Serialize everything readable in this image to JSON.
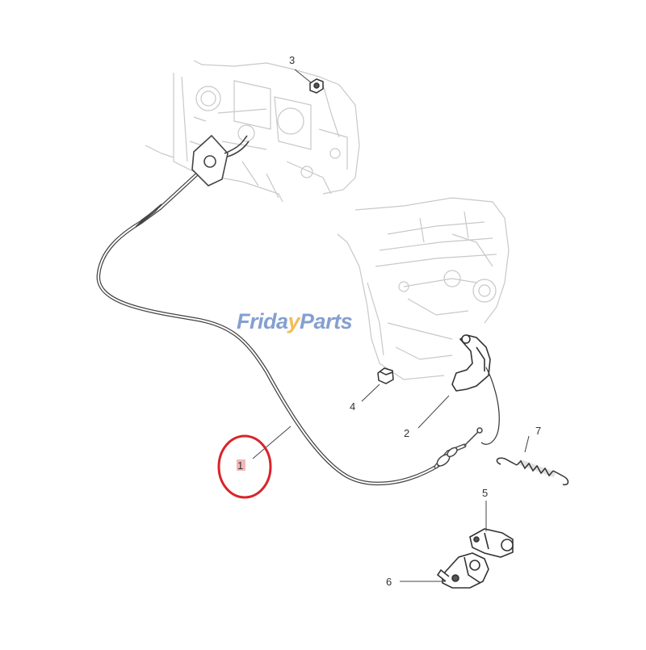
{
  "callouts": {
    "c1": "1",
    "c2": "2",
    "c3": "3",
    "c4": "4",
    "c5": "5",
    "c6": "6",
    "c7": "7"
  },
  "watermark": {
    "part1": "Frida",
    "part2": "y",
    "part3": "Parts"
  },
  "colors": {
    "line": "#444444",
    "faint": "#c8c8c8",
    "highlight_circle": "#d9242a",
    "highlight_fill": "#f3b7b9",
    "watermark_blue": "#6f8fc9",
    "watermark_orange": "#f0b13a"
  }
}
